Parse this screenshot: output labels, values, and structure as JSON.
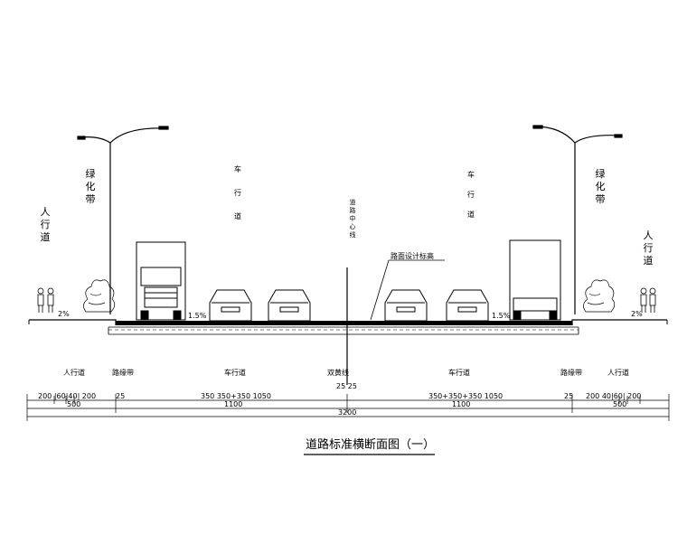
{
  "title": "道路标准横断面图（一）",
  "vertical_labels": {
    "green_belt_left": "绿化带",
    "green_belt_right": "绿化带",
    "sidewalk_left": "人行道",
    "sidewalk_right": "人行道",
    "carriageway_left": "车行道",
    "carriageway_right": "车行道",
    "road_centerline": "道路中心线"
  },
  "design_elevation_label": "路面设计标高",
  "slopes": {
    "left": "1.5%",
    "right": "1.5%",
    "sidewalk_left": "2%",
    "sidewalk_right": "2%"
  },
  "section_labels": {
    "sidewalk_left": "人行道",
    "curb_left": "路缘带",
    "carriageway_left": "车行道",
    "median": "双黄线",
    "carriageway_right": "车行道",
    "curb_right": "路缘带",
    "sidewalk_right": "人行道"
  },
  "dimensions": {
    "row1_left": "200 |60|40| 200",
    "row1_left_curb": "25",
    "row1_carriage_left": "350 350+350 1050",
    "row1_median": "25 25",
    "row1_carriage_right": "350+350+350 1050",
    "row1_right_curb": "25",
    "row1_right": "200 40|60| 200",
    "row2_left": "500",
    "row2_center_left": "1100",
    "row2_center_right": "1100",
    "row2_right": "500",
    "row3_total": "3200"
  }
}
